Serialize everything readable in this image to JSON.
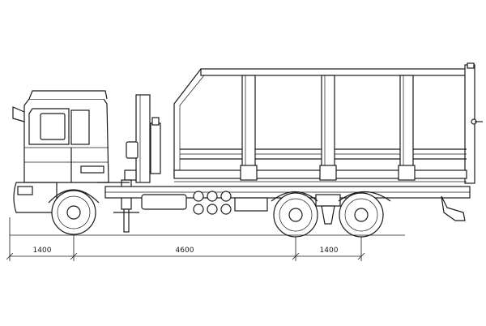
{
  "drawing": {
    "dimensions": [
      {
        "id": "front-overhang",
        "label": "1400"
      },
      {
        "id": "wheelbase",
        "label": "4600"
      },
      {
        "id": "rear-axle-spacing",
        "label": "1400"
      }
    ]
  }
}
